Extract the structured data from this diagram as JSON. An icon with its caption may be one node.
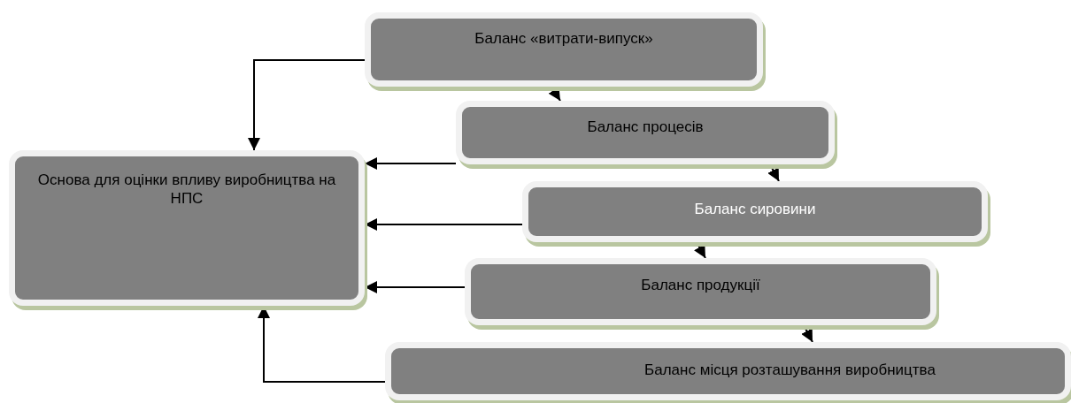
{
  "diagram": {
    "nodes": [
      {
        "text": [
          "Основа для оцінки впливу виробництва на НПС"
        ]
      },
      {
        "text": [
          "Баланс «витрати-випуск»"
        ]
      },
      {
        "text": [
          "Баланс процесів"
        ]
      },
      {
        "text": [
          "Баланс сировини"
        ]
      },
      {
        "text": [
          "Баланс продукції"
        ]
      },
      {
        "text": [
          "Баланс місця розташування виробництва"
        ]
      }
    ],
    "edges": [
      {
        "from": 1,
        "to": 0,
        "arrow": "to"
      },
      {
        "from": 2,
        "to": 0,
        "arrow": "to"
      },
      {
        "from": 3,
        "to": 0,
        "arrow": "to"
      },
      {
        "from": 4,
        "to": 0,
        "arrow": "to"
      },
      {
        "from": 5,
        "to": 0,
        "arrow": "to"
      },
      {
        "from": 1,
        "to": 2,
        "arrow": "to"
      },
      {
        "from": 2,
        "to": 3,
        "arrow": "to"
      },
      {
        "from": 3,
        "to": 4,
        "arrow": "to"
      },
      {
        "from": 4,
        "to": 5,
        "arrow": "to"
      }
    ]
  }
}
